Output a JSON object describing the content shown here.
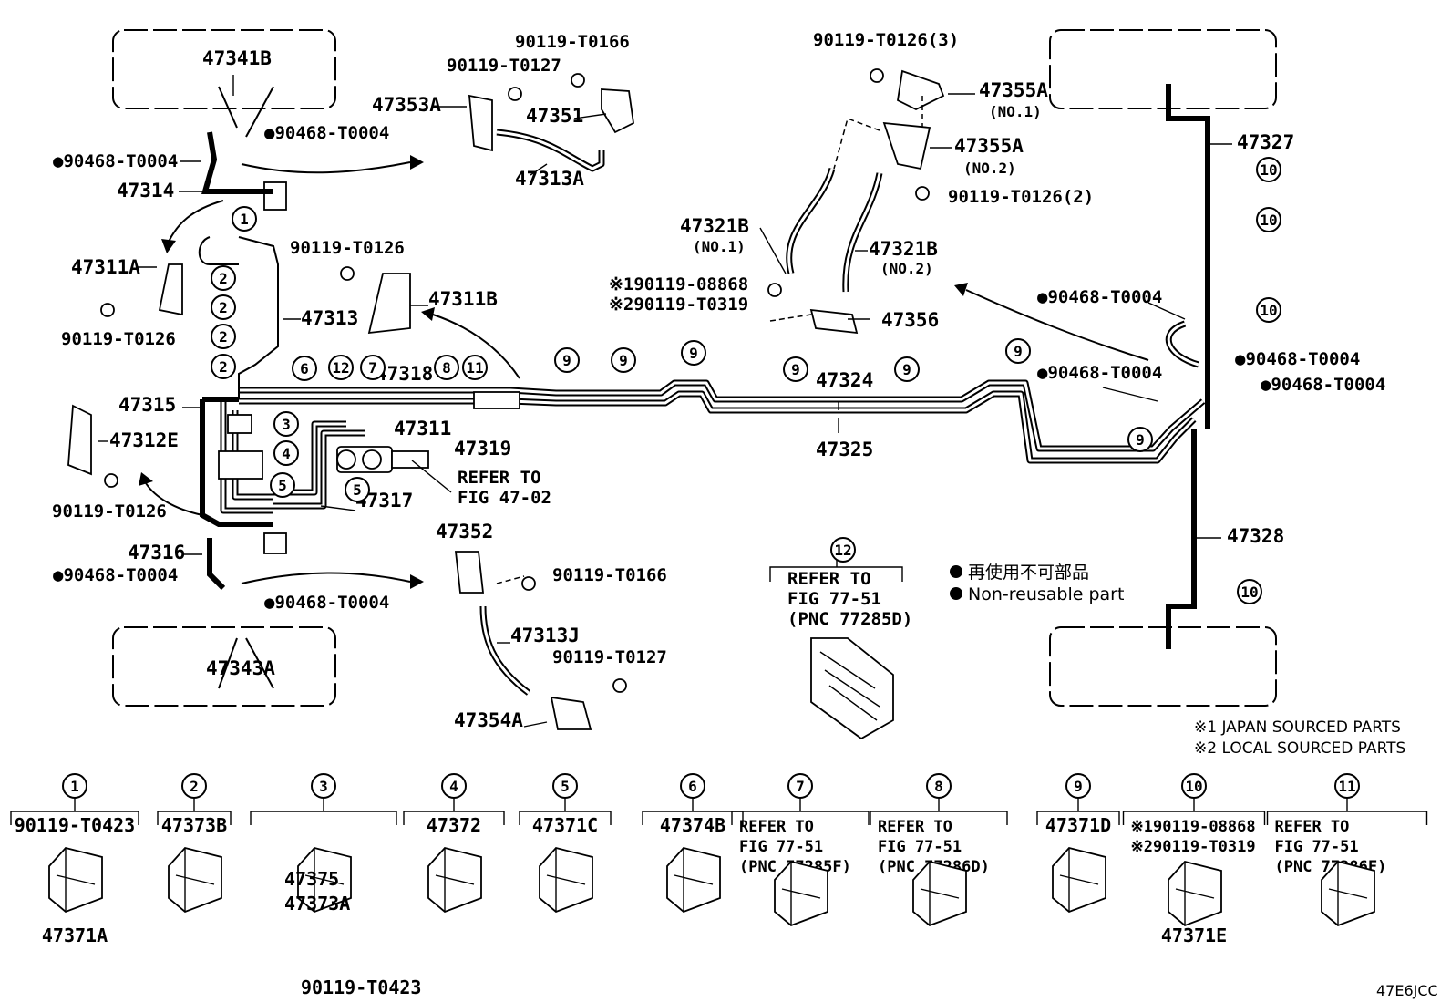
{
  "diagram_code": "47E6JCC",
  "notes": {
    "japan": "※1 JAPAN SOURCED PARTS",
    "local": "※2 LOCAL SOURCED PARTS",
    "legend_jp": "再使用不可部品",
    "legend_en": "Non-reusable part"
  },
  "labels": {
    "p47341B": "47341B",
    "p90468_a": "●90468-T0004",
    "p90468_b": "●90468-T0004",
    "p47314": "47314",
    "p47311A": "47311A",
    "p90119_T0126_a": "90119-T0126",
    "p47313": "47313",
    "p47315": "47315",
    "p47312E": "47312E",
    "p90119_T0126_b": "90119-T0126",
    "p47316": "47316",
    "p90468_c": "●90468-T0004",
    "p90468_d": "●90468-T0004",
    "p47343A": "47343A",
    "p90119_T0166_a": "90119-T0166",
    "p90119_T0127_a": "90119-T0127",
    "p47353A": "47353A",
    "p47351": "47351",
    "p47313A": "47313A",
    "p90119_T0126_c": "90119-T0126",
    "p47311B": "47311B",
    "p47318": "47318",
    "p47319": "47319",
    "p47311": "47311",
    "p47317": "47317",
    "refer_fig4702_1": "REFER TO",
    "refer_fig4702_2": "FIG 47-02",
    "p47352": "47352",
    "p90119_T0166_b": "90119-T0166",
    "p47313J": "47313J",
    "p90119_T0127_b": "90119-T0127",
    "p47354A": "47354A",
    "p90119_T0126_3": "90119-T0126(3)",
    "p47355A_1": "47355A",
    "no1_a": "(NO.1)",
    "p47355A_2": "47355A",
    "no2_a": "(NO.2)",
    "p90119_T0126_2": "90119-T0126(2)",
    "p47321B_1": "47321B",
    "no1_b": "(NO.1)",
    "p47321B_2": "47321B",
    "no2_b": "(NO.2)",
    "ref1_08868": "※190119-08868",
    "ref2_T0319": "※290119-T0319",
    "p47356": "47356",
    "p47324": "47324",
    "p47325": "47325",
    "p47327": "47327",
    "p90468_e": "●90468-T0004",
    "p90468_f": "●90468-T0004",
    "p90468_g": "●90468-T0004",
    "p90468_h": "●90468-T0004",
    "p47328": "47328",
    "refer12_1": "REFER TO",
    "refer12_2": "FIG 77-51",
    "refer12_3": "(PNC 77285D)"
  },
  "callouts": [
    {
      "id": "c1",
      "num": "1"
    },
    {
      "id": "c2a",
      "num": "2"
    },
    {
      "id": "c2b",
      "num": "2"
    },
    {
      "id": "c2c",
      "num": "2"
    },
    {
      "id": "c2d",
      "num": "2"
    },
    {
      "id": "c3",
      "num": "3"
    },
    {
      "id": "c4",
      "num": "4"
    },
    {
      "id": "c5a",
      "num": "5"
    },
    {
      "id": "c5b",
      "num": "5"
    },
    {
      "id": "c6",
      "num": "6"
    },
    {
      "id": "c12",
      "num": "12"
    },
    {
      "id": "c7",
      "num": "7"
    },
    {
      "id": "c8",
      "num": "8"
    },
    {
      "id": "c11",
      "num": "11"
    },
    {
      "id": "c9a",
      "num": "9"
    },
    {
      "id": "c9b",
      "num": "9"
    },
    {
      "id": "c9c",
      "num": "9"
    },
    {
      "id": "c9d",
      "num": "9"
    },
    {
      "id": "c9e",
      "num": "9"
    },
    {
      "id": "c9f",
      "num": "9"
    },
    {
      "id": "c9g",
      "num": "9"
    },
    {
      "id": "c10a",
      "num": "10"
    },
    {
      "id": "c10b",
      "num": "10"
    },
    {
      "id": "c10c",
      "num": "10"
    },
    {
      "id": "c10d",
      "num": "10"
    },
    {
      "id": "c12b",
      "num": "12"
    }
  ],
  "legend_row": [
    {
      "num": "1",
      "lines": [
        "90119-T0423"
      ],
      "part": "47371A",
      "extra": []
    },
    {
      "num": "2",
      "lines": [
        "47373B"
      ],
      "part": "",
      "extra": []
    },
    {
      "num": "3",
      "lines": [],
      "part": "",
      "extra": [
        "47375",
        "47373A",
        "90119-T0423"
      ]
    },
    {
      "num": "4",
      "lines": [
        "47372"
      ],
      "part": "",
      "extra": []
    },
    {
      "num": "5",
      "lines": [
        "47371C"
      ],
      "part": "",
      "extra": []
    },
    {
      "num": "6",
      "lines": [
        "47374B"
      ],
      "part": "",
      "extra": []
    },
    {
      "num": "7",
      "lines": [
        "REFER TO",
        "FIG 77-51",
        "(PNC 77285F)"
      ],
      "part": "",
      "extra": []
    },
    {
      "num": "8",
      "lines": [
        "REFER TO",
        "FIG 77-51",
        "(PNC 77286D)"
      ],
      "part": "",
      "extra": []
    },
    {
      "num": "9",
      "lines": [
        "47371D"
      ],
      "part": "",
      "extra": []
    },
    {
      "num": "10",
      "lines": [
        "※190119-08868",
        "※290119-T0319"
      ],
      "part": "47371E",
      "extra": []
    },
    {
      "num": "11",
      "lines": [
        "REFER TO",
        "FIG 77-51",
        "(PNC 77286F)"
      ],
      "part": "",
      "extra": []
    }
  ]
}
